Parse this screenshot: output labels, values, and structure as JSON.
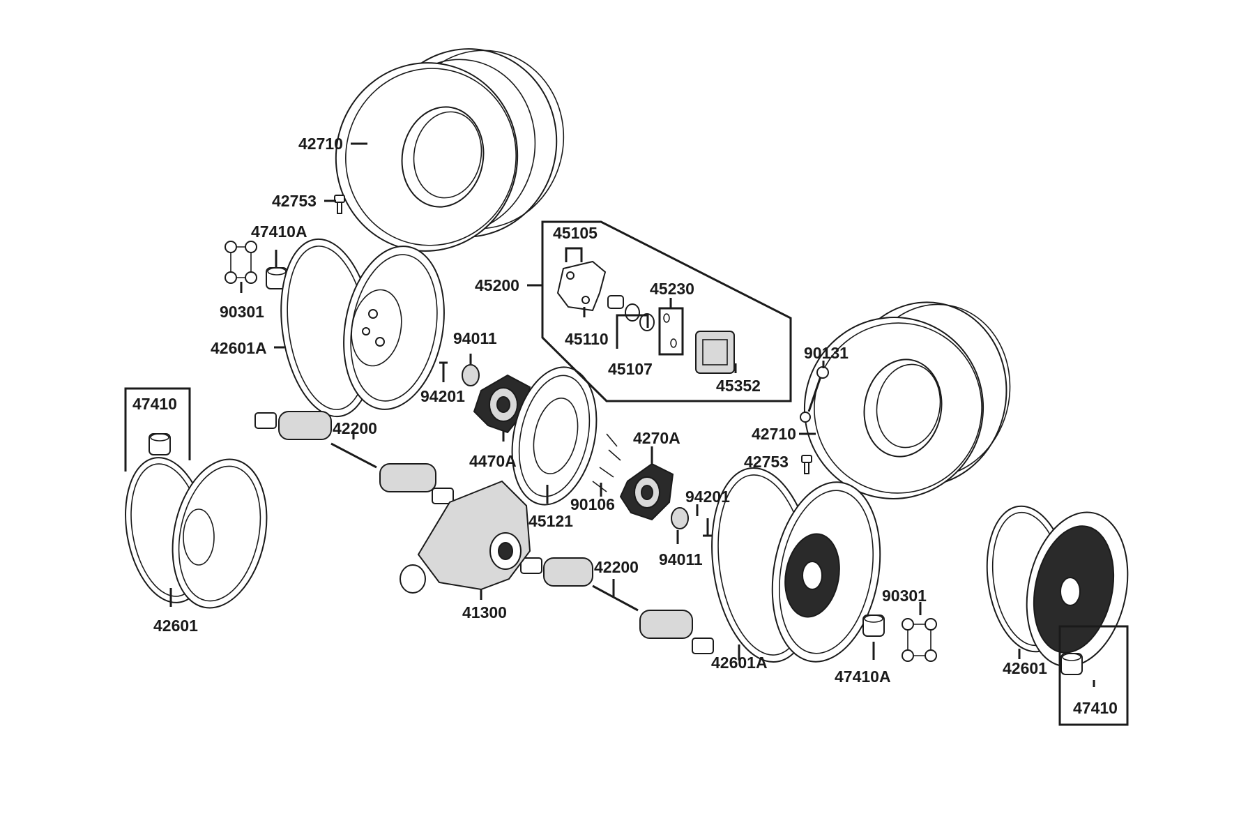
{
  "labels": {
    "l42710a": "42710",
    "l42753a": "42753",
    "l47410Aa": "47410A",
    "l90301a": "90301",
    "l42601Aa": "42601A",
    "l47410a": "47410",
    "l42601a": "42601",
    "l42200a": "42200",
    "l94011a": "94011",
    "l94201a": "94201",
    "l4470A": "4470A",
    "l45105": "45105",
    "l45200": "45200",
    "l45110": "45110",
    "l45107": "45107",
    "l45230": "45230",
    "l45352": "45352",
    "l45121": "45121",
    "l4270A": "4270A",
    "l90106": "90106",
    "l94201b": "94201",
    "l94011b": "94011",
    "l41300": "41300",
    "l42200b": "42200",
    "l90131": "90131",
    "l42710b": "42710",
    "l42753b": "42753",
    "l42601Ab": "42601A",
    "l90301b": "90301",
    "l47410Ab": "47410A",
    "l42601b": "42601",
    "l47410b": "47410"
  }
}
